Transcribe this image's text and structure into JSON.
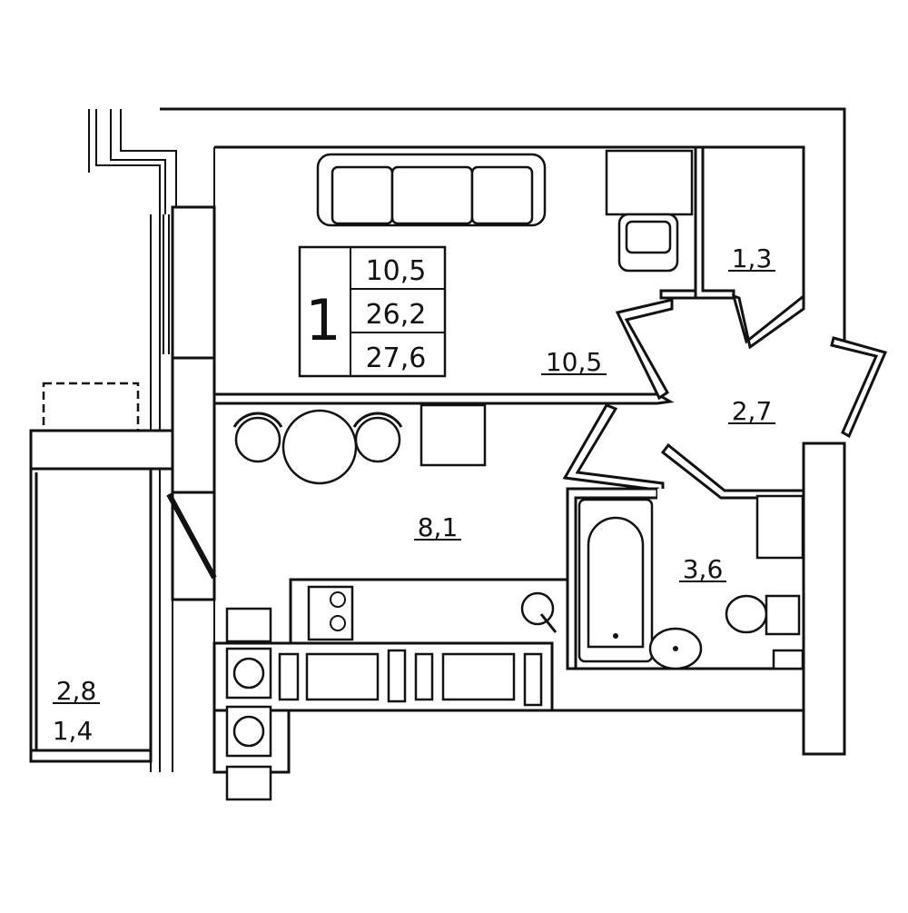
{
  "legend": {
    "rooms_count": "1",
    "values": [
      "10,5",
      "26,2",
      "27,6"
    ]
  },
  "rooms": {
    "living_room": "10,5",
    "storage": "1,3",
    "hallway": "2,7",
    "kitchen": "8,1",
    "bathroom": "3,6",
    "balcony_area": "2,8",
    "balcony_reduced": "1,4"
  }
}
